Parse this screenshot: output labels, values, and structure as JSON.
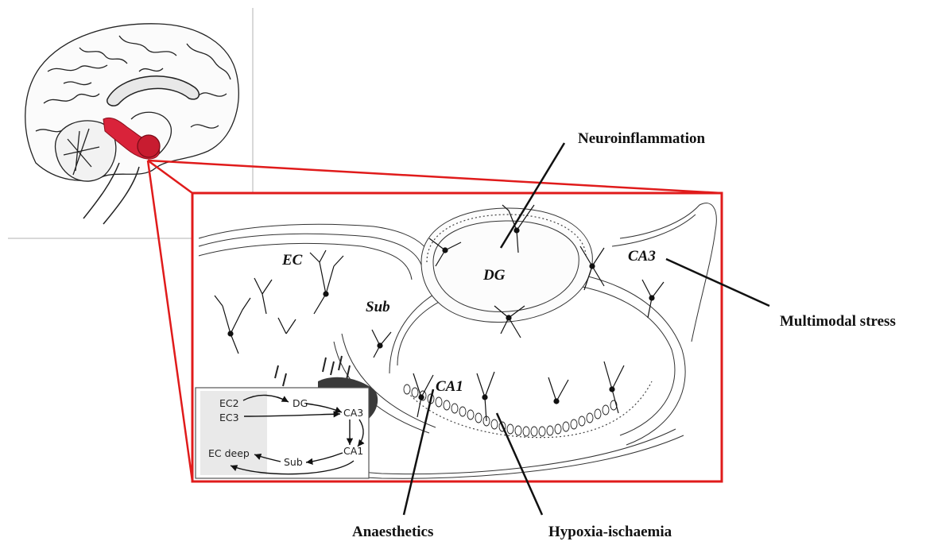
{
  "callouts": {
    "neuroinflammation": "Neuroinflammation",
    "multimodal_stress": "Multimodal stress",
    "anaesthetics": "Anaesthetics",
    "hypoxia_ischaemia": "Hypoxia-ischaemia"
  },
  "regions": {
    "ec": "EC",
    "sub": "Sub",
    "dg": "DG",
    "ca1": "CA1",
    "ca3": "CA3"
  },
  "circuit_inset": {
    "ec2": "EC2",
    "ec3": "EC3",
    "dg": "DG",
    "ca3": "CA3",
    "ca1": "CA1",
    "sub": "Sub",
    "ec_deep": "EC deep"
  },
  "colors": {
    "frame": "#e01b1b",
    "hippocampus_highlight": "#d9233a",
    "ink": "#111111",
    "inset_panel": "#e9e9e9"
  }
}
